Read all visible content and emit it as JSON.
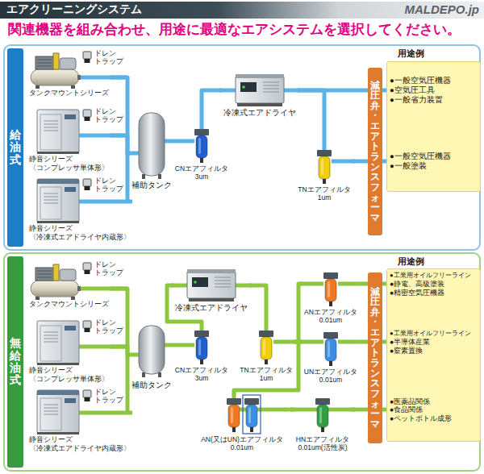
{
  "diagram": {
    "title": "エアクリーニングシステム",
    "nodes": [
      {
        "text": [
          "給油式"
        ]
      },
      {
        "text": [
          "タンクマウントシリーズ"
        ]
      },
      {
        "text": [
          "静音シリーズ 〈コンプレッサ単体形〉"
        ]
      },
      {
        "text": [
          "静音シリーズ 〈冷凍式エアドライヤ内蔵形〉"
        ]
      },
      {
        "text": [
          "補助タンク"
        ]
      },
      {
        "text": [
          "CNエアフィルタ",
          "3um"
        ]
      },
      {
        "text": [
          "冷凍式エアドライヤ"
        ]
      },
      {
        "text": [
          "TNエアフィルタ",
          "1um"
        ]
      },
      {
        "text": [
          "減圧弁・エアトランスフォーマ"
        ]
      },
      {
        "text": [
          "用途例",
          "●一般空気圧機器",
          "●空気圧工具",
          "●一般省力装置",
          "●一般空気圧機器",
          "●一般塗装"
        ]
      },
      {
        "text": [
          "無給油式"
        ]
      },
      {
        "text": [
          "タンクマウントシリーズ"
        ]
      },
      {
        "text": [
          "静音シリーズ 〈コンプレッサ単体形〉"
        ]
      },
      {
        "text": [
          "静音シリーズ 〈冷凍式エアドライヤ内蔵形〉"
        ]
      },
      {
        "text": [
          "補助タンク"
        ]
      },
      {
        "text": [
          "CNエアフィルタ",
          "3um"
        ]
      },
      {
        "text": [
          "冷凍式エアドライヤ"
        ]
      },
      {
        "text": [
          "TNエアフィルタ",
          "1um"
        ]
      },
      {
        "text": [
          "ANエアフィルタ",
          "0.01um"
        ]
      },
      {
        "text": [
          "UNエアフィルタ",
          "0.01um"
        ]
      },
      {
        "text": [
          "AN(又はUN)エアフィルタ",
          "0.01um"
        ]
      },
      {
        "text": [
          "HNエアフィルタ",
          "0.01um(活性炭)"
        ]
      },
      {
        "text": [
          "減圧弁・エアトランスフォーマ"
        ]
      },
      {
        "text": [
          "用途例",
          "●工業用オイルフリーライン",
          "●静電、高級塗装",
          "●精密空気圧機器",
          "●工業用オイルフリーライン",
          "●半導体産業",
          "●窒素置換",
          "●医薬品関係",
          "●食品関係",
          "●ペットボトル成形"
        ]
      }
    ],
    "edges": [
      {
        "from": 1,
        "to": 4,
        "arrow": "none"
      },
      {
        "from": 2,
        "to": 4,
        "arrow": "none"
      },
      {
        "from": 3,
        "to": 4,
        "arrow": "none"
      },
      {
        "from": 4,
        "to": 5,
        "arrow": "none"
      },
      {
        "from": 5,
        "to": 6,
        "arrow": "none"
      },
      {
        "from": 6,
        "to": 8,
        "arrow": "none"
      },
      {
        "from": 6,
        "to": 7,
        "arrow": "none"
      },
      {
        "from": 7,
        "to": 8,
        "arrow": "none"
      },
      {
        "from": 8,
        "to": 9,
        "arrow": "none"
      },
      {
        "from": 8,
        "to": 9,
        "arrow": "none"
      },
      {
        "from": 11,
        "to": 14,
        "arrow": "none"
      },
      {
        "from": 12,
        "to": 14,
        "arrow": "none"
      },
      {
        "from": 13,
        "to": 14,
        "arrow": "none"
      },
      {
        "from": 14,
        "to": 15,
        "arrow": "none"
      },
      {
        "from": 15,
        "to": 16,
        "arrow": "none"
      },
      {
        "from": 16,
        "to": 17,
        "arrow": "none"
      },
      {
        "from": 17,
        "to": 18,
        "arrow": "none"
      },
      {
        "from": 17,
        "to": 19,
        "arrow": "none"
      },
      {
        "from": 17,
        "to": 20,
        "arrow": "none"
      },
      {
        "from": 18,
        "to": 22,
        "arrow": "none"
      },
      {
        "from": 19,
        "to": 22,
        "arrow": "none"
      },
      {
        "from": 20,
        "to": 21,
        "arrow": "none"
      },
      {
        "from": 21,
        "to": 22,
        "arrow": "none"
      },
      {
        "from": 22,
        "to": 23,
        "arrow": "none"
      },
      {
        "from": 22,
        "to": 23,
        "arrow": "none"
      },
      {
        "from": 22,
        "to": 23,
        "arrow": "none"
      }
    ],
    "labels": [
      "関連機器を組み合わせ、用途に最適なエアシステムを選択してください。",
      "MALDEPO.jp",
      "ドレン トラップ",
      "ドレン トラップ",
      "ドレン トラップ",
      "ドレン トラップ",
      "ドレン トラップ",
      "ドレン トラップ"
    ]
  }
}
